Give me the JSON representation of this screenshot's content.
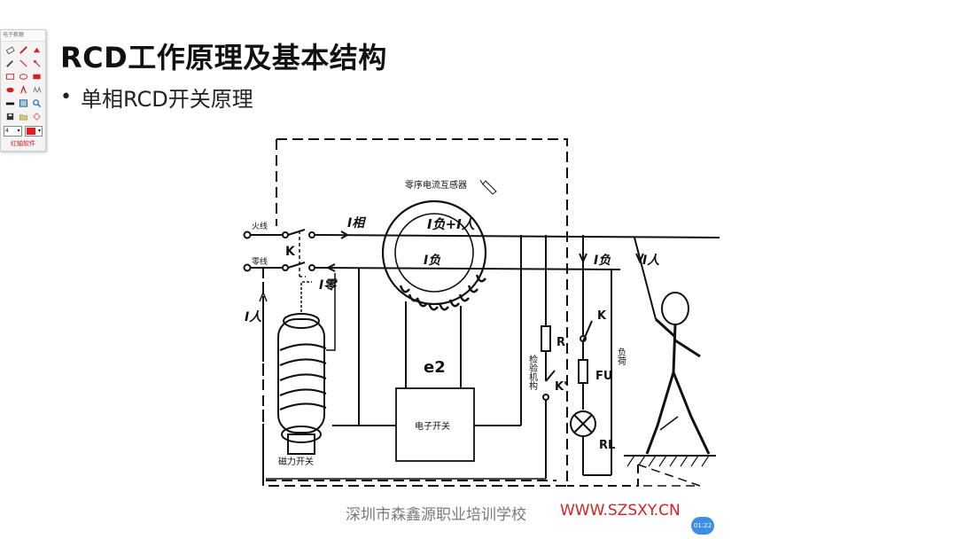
{
  "slide": {
    "title": "RCD工作原理及基本结构",
    "bullet": "单相RCD开关原理"
  },
  "toolbar": {
    "title": "电子教鞭",
    "pen_size": "4",
    "brand": "红蚰软件",
    "tools": [
      "eraser-icon",
      "pen-icon",
      "highlighter-icon",
      "marker-icon",
      "line-icon",
      "arrow-icon",
      "rectangle-icon",
      "ellipse-icon",
      "filled-rectangle-icon",
      "filled-ellipse-icon",
      "text-icon",
      "font-icon",
      "black-bar-icon",
      "screenshot-icon",
      "zoom-icon",
      "save-icon",
      "open-icon",
      "clear-icon"
    ]
  },
  "diagram": {
    "transformer_label": "零序电流互感器",
    "live_label": "火线",
    "neutral_label": "零线",
    "switch_K": "K",
    "I_phase": "I相",
    "I_zero": "I零",
    "I_load_plus_person": "I负+I人",
    "I_load_inner": "I负",
    "I_load": "I负",
    "I_person": "I人",
    "I_person_left": "I人",
    "e2": "e2",
    "electronic_switch": "电子开关",
    "magnetic_switch": "磁力开关",
    "test_mechanism": "检验机构",
    "test_R": "R",
    "test_K": "K'",
    "load_K": "K",
    "fuse": "FU",
    "load_label": "负荷",
    "load_RL": "RL"
  },
  "footer": {
    "school": "深圳市森鑫源职业培训学校",
    "website": "WWW.SZSXY.CN",
    "timer": "01:22"
  }
}
